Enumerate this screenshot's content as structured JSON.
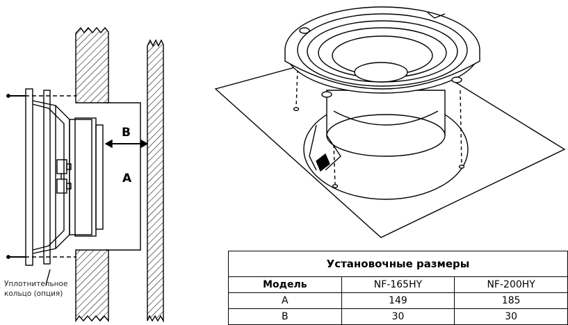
{
  "labels": {
    "b": "B",
    "a": "A",
    "caption_line1": "Уплотнительное",
    "caption_line2": "кольцо (опция)"
  },
  "table": {
    "title": "Установочные размеры",
    "col_header": "Модель",
    "models": [
      "NF-165HY",
      "NF-200HY"
    ],
    "rows": [
      {
        "name": "A",
        "values": [
          "149",
          "185"
        ]
      },
      {
        "name": "B",
        "values": [
          "30",
          "30"
        ]
      }
    ]
  }
}
